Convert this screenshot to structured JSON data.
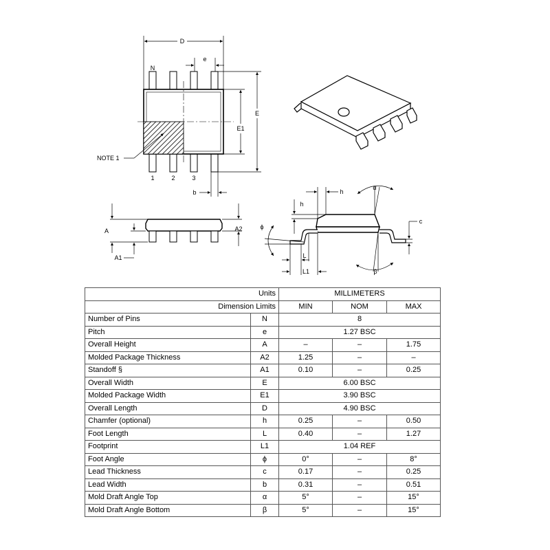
{
  "drawing": {
    "top_view": {
      "dim_D": "D",
      "dim_e": "e",
      "dim_E": "E",
      "dim_E1": "E1",
      "dim_b": "b",
      "pin_N": "N",
      "pin_1": "1",
      "pin_2": "2",
      "pin_3": "3",
      "note": "NOTE 1"
    },
    "side_view": {
      "dim_A": "A",
      "dim_A2": "A2",
      "dim_A1": "A1"
    },
    "detail_view": {
      "dim_h_top": "h",
      "dim_h_side": "h",
      "dim_alpha": "α",
      "dim_c": "c",
      "dim_phi": "ϕ",
      "dim_L": "L",
      "dim_L1": "L1",
      "dim_beta": "β"
    }
  },
  "table": {
    "units_label": "Units",
    "units_value": "MILLIMETERS",
    "limits_label": "Dimension Limits",
    "col_min": "MIN",
    "col_nom": "NOM",
    "col_max": "MAX",
    "rows": [
      {
        "name": "Number of Pins",
        "sym": "N",
        "span": "8"
      },
      {
        "name": "Pitch",
        "sym": "e",
        "span": "1.27 BSC"
      },
      {
        "name": "Overall Height",
        "sym": "A",
        "min": "–",
        "nom": "–",
        "max": "1.75"
      },
      {
        "name": "Molded Package Thickness",
        "sym": "A2",
        "min": "1.25",
        "nom": "–",
        "max": "–"
      },
      {
        "name": "Standoff  §",
        "sym": "A1",
        "min": "0.10",
        "nom": "–",
        "max": "0.25"
      },
      {
        "name": "Overall Width",
        "sym": "E",
        "span": "6.00 BSC"
      },
      {
        "name": "Molded Package Width",
        "sym": "E1",
        "span": "3.90 BSC"
      },
      {
        "name": "Overall Length",
        "sym": "D",
        "span": "4.90 BSC"
      },
      {
        "name": "Chamfer (optional)",
        "sym": "h",
        "min": "0.25",
        "nom": "–",
        "max": "0.50"
      },
      {
        "name": "Foot Length",
        "sym": "L",
        "min": "0.40",
        "nom": "–",
        "max": "1.27"
      },
      {
        "name": "Footprint",
        "sym": "L1",
        "span": "1.04 REF"
      },
      {
        "name": "Foot Angle",
        "sym": "ϕ",
        "min": "0°",
        "nom": "–",
        "max": "8°"
      },
      {
        "name": "Lead Thickness",
        "sym": "c",
        "min": "0.17",
        "nom": "–",
        "max": "0.25"
      },
      {
        "name": "Lead Width",
        "sym": "b",
        "min": "0.31",
        "nom": "–",
        "max": "0.51"
      },
      {
        "name": "Mold Draft Angle Top",
        "sym": "α",
        "min": "5°",
        "nom": "–",
        "max": "15°"
      },
      {
        "name": "Mold Draft Angle Bottom",
        "sym": "β",
        "min": "5°",
        "nom": "–",
        "max": "15°"
      }
    ]
  }
}
